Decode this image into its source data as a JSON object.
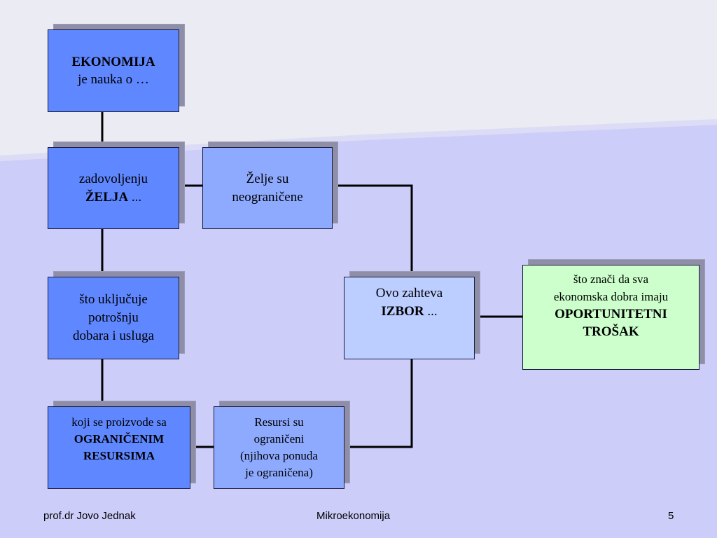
{
  "boxes": {
    "ekonomija": {
      "title": "EKONOMIJA",
      "text": "je nauka o …"
    },
    "zadovoljenju": {
      "line1": "zadovoljenju",
      "bold": "ŽELJA",
      "suffix": " ..."
    },
    "zelje": {
      "line1": "Želje su",
      "line2": "neograničene"
    },
    "ukljucuje": {
      "line1": "što uključuje",
      "line2": "potrošnju",
      "line3": "dobara i usluga"
    },
    "proizvode": {
      "line1": "koji se proizvode sa",
      "line2": "OGRANIČENIM",
      "line3": "RESURSIMA"
    },
    "resursi": {
      "line1": "Resursi su",
      "line2": "ograničeni",
      "line3": "(njihova ponuda",
      "line4": "je ograničena)"
    },
    "izbor": {
      "line1": "Ovo zahteva",
      "bold": "IZBOR",
      "suffix": " ..."
    },
    "trosak": {
      "line1": "što znači da sva",
      "line2": "ekonomska dobra imaju",
      "line3": "OPORTUNITETNI",
      "line4": "TROŠAK"
    }
  },
  "colors": {
    "dark_blue": "#5f87ff",
    "mid_blue": "#8eaaff",
    "light_blue": "#bccdff",
    "green": "#ccffcc",
    "background": "#cdcdfa",
    "shadow": "#8e8ea8"
  },
  "footer": {
    "author": "prof.dr Jovo Jednak",
    "course": "Mikroekonomija",
    "page": "5"
  }
}
